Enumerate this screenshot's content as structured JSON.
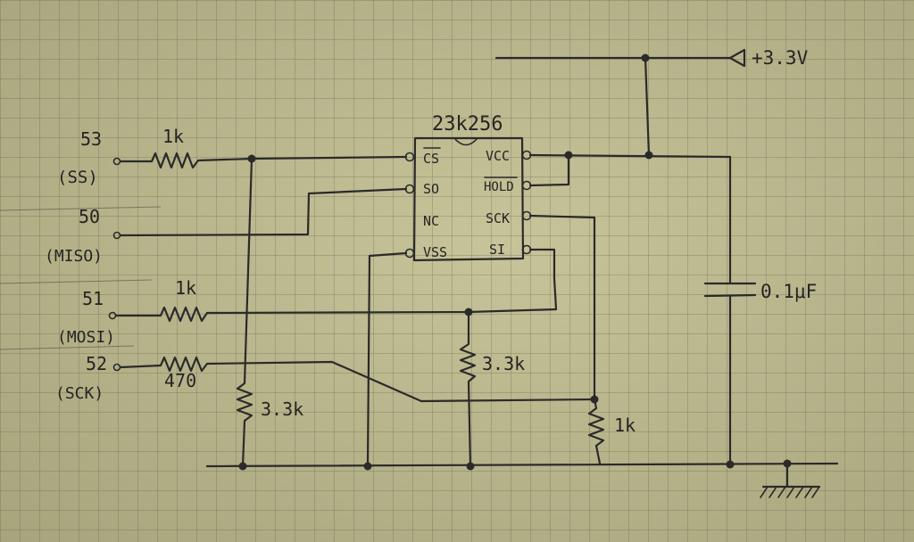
{
  "chip": {
    "name": "23k256",
    "pins_left": [
      "CS",
      "SO",
      "NC",
      "VSS"
    ],
    "pins_right": [
      "VCC",
      "HOLD",
      "SCK",
      "SI"
    ]
  },
  "supply": {
    "label": "+3.3V"
  },
  "ports": [
    {
      "number": "53",
      "signal": "(SS)"
    },
    {
      "number": "50",
      "signal": "(MISO)"
    },
    {
      "number": "51",
      "signal": "(MOSI)"
    },
    {
      "number": "52",
      "signal": "(SCK)"
    }
  ],
  "resistors": {
    "r_ss": "1k",
    "r_mosi": "1k",
    "r_sck": "470",
    "r_pull_ss": "3.3k",
    "r_pull_si": "3.3k",
    "r_pull_sck": "1k"
  },
  "capacitor": {
    "label": "0.1μF"
  }
}
